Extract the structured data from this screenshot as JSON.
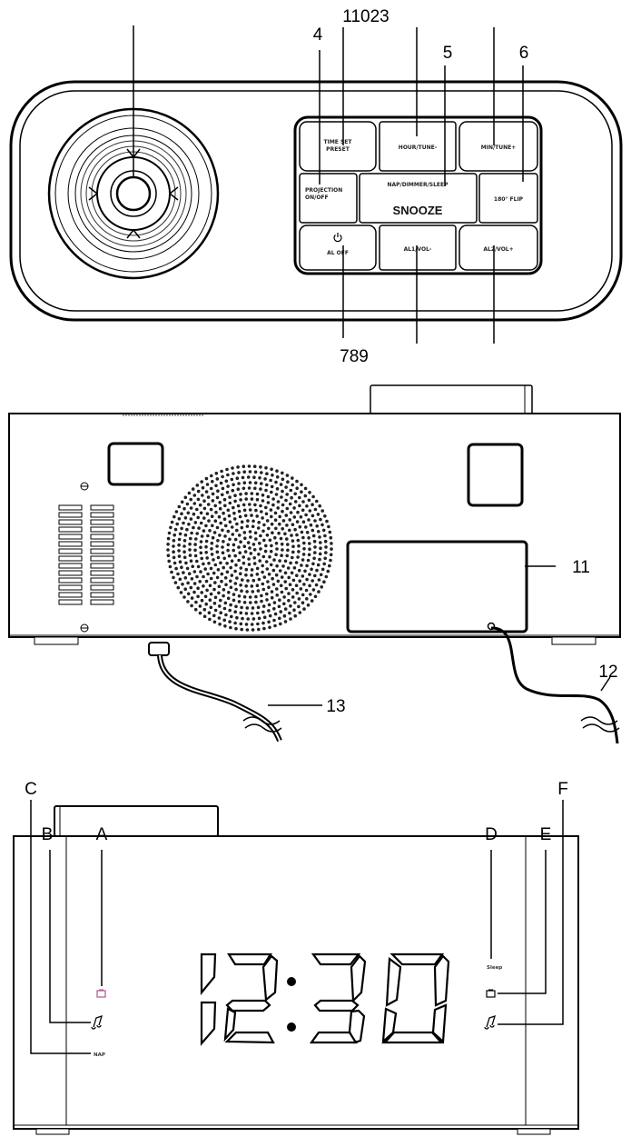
{
  "top_labels": {
    "l11023": "11023",
    "l4": "4",
    "l5": "5",
    "l6": "6",
    "l789": "789"
  },
  "buttons": {
    "time_set": [
      "TIME SET",
      "PRESET"
    ],
    "hour": "HOUR/TUNE-",
    "minute": "MIN/TUNE+",
    "projection": [
      "PROJECTION",
      "ON/OFF"
    ],
    "nap": "NAP/DIMMER/SLEEP",
    "snooze": "SNOOZE",
    "flip": "180° FLIP",
    "al_off": "AL OFF",
    "al1": "AL1/VOL-",
    "al2": "AL2/VOL+"
  },
  "back_labels": {
    "l11": "11",
    "l12": "12",
    "l13": "13"
  },
  "front_labels": {
    "A": "A",
    "B": "B",
    "C": "C",
    "D": "D",
    "E": "E",
    "F": "F"
  },
  "display": {
    "time": "12:30",
    "nap": "NAP",
    "sleep": "Sleep"
  }
}
